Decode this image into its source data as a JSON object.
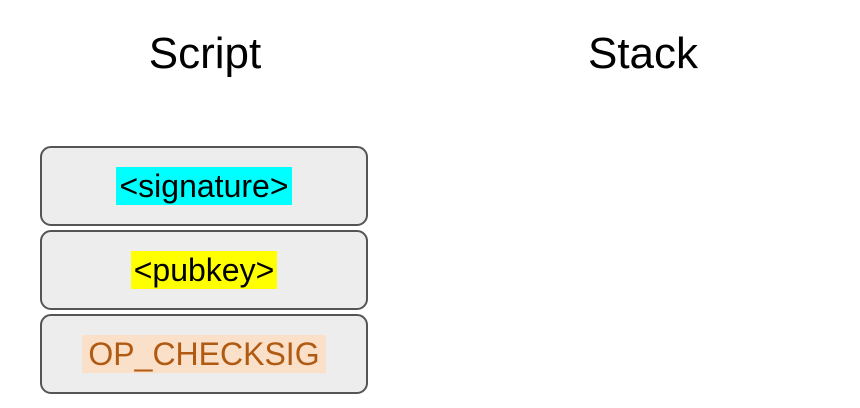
{
  "columns": {
    "script": {
      "title": "Script",
      "items": [
        {
          "label": "<signature>",
          "kind": "data",
          "highlight": "#00ffff",
          "text_color": "#000000"
        },
        {
          "label": "<pubkey>",
          "kind": "data",
          "highlight": "#ffff00",
          "text_color": "#000000"
        },
        {
          "label": "OP_CHECKSIG",
          "kind": "opcode",
          "highlight": "#fae0c8",
          "text_color": "#b05a12"
        }
      ]
    },
    "stack": {
      "title": "Stack",
      "items": []
    }
  },
  "theme": {
    "background": "#ffffff",
    "box_fill": "#ededed",
    "box_border": "#555555",
    "title_color": "#000000"
  }
}
